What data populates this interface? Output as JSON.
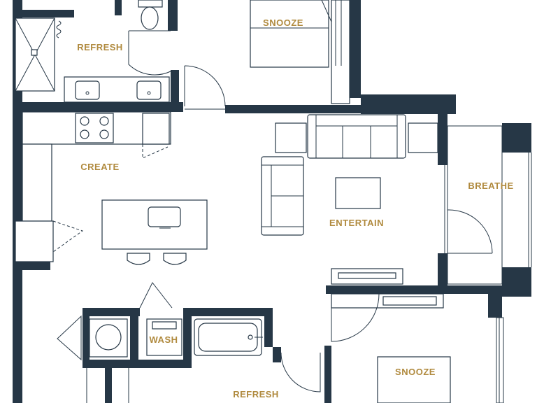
{
  "floor_plan": {
    "rooms": {
      "snooze_top": "SNOOZE",
      "refresh_top": "REFRESH",
      "create": "CREATE",
      "entertain": "ENTERTAIN",
      "breathe": "BREATHE",
      "wash": "WASH",
      "refresh_bottom": "REFRESH",
      "snooze_bottom": "SNOOZE"
    },
    "colors": {
      "wall": "#263746",
      "label": "#b08a3e",
      "background": "#ffffff"
    }
  }
}
